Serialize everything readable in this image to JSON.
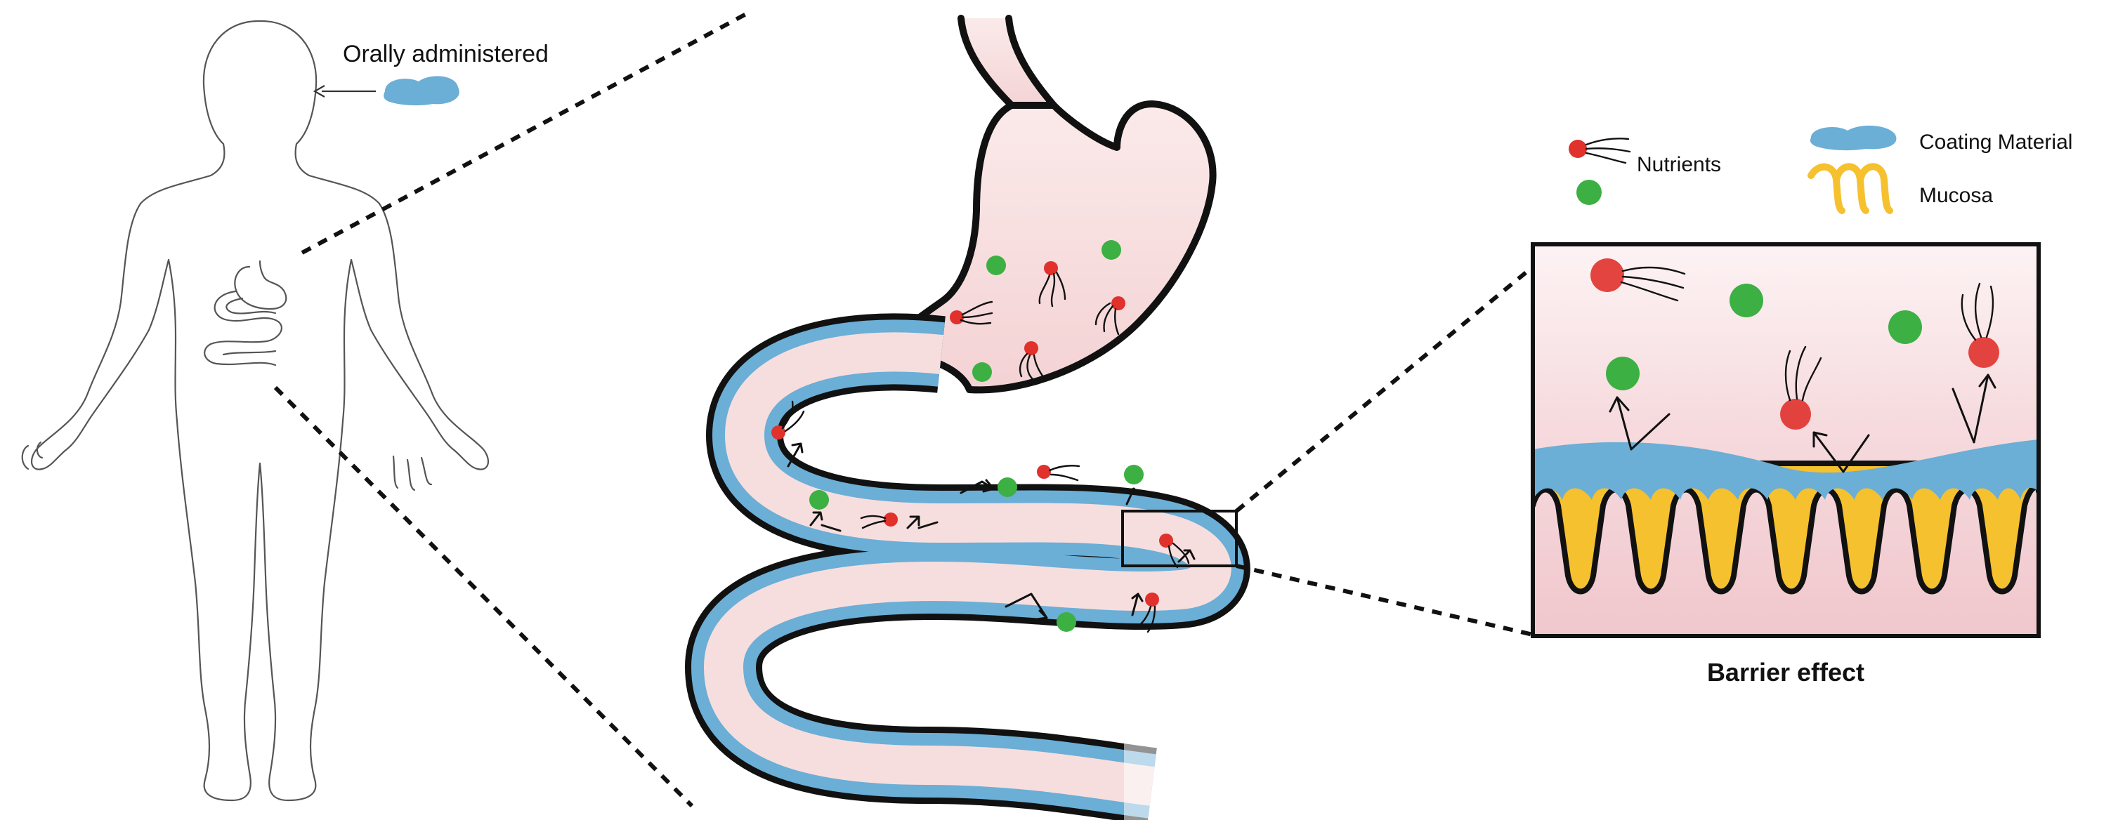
{
  "labels": {
    "orally_administered": "Orally administered",
    "barrier_effect": "Barrier effect"
  },
  "legend": {
    "nutrients": "Nutrients",
    "coating_material": "Coating Material",
    "mucosa": "Mucosa"
  },
  "colors": {
    "nutrient_red": "#e0312c",
    "nutrient_green": "#3cb043",
    "coating_blue": "#6baed6",
    "mucosa_yellow": "#f5c12e",
    "tissue_pink": "#f7dede"
  }
}
